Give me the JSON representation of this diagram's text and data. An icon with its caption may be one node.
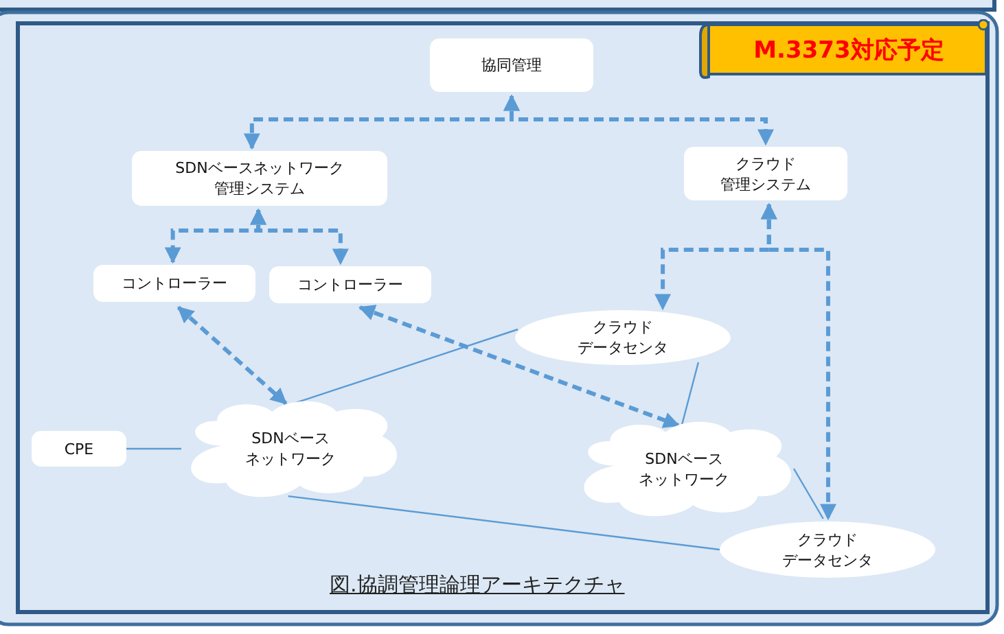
{
  "diagram": {
    "caption": "図.協調管理論理アーキテクチャ",
    "nodes": [
      {
        "text": [
          "M.3373対応予定"
        ]
      },
      {
        "text": [
          "協同管理"
        ]
      },
      {
        "text": [
          "SDNベースネットワーク管理システム"
        ]
      },
      {
        "text": [
          "クラウド管理システム"
        ]
      },
      {
        "text": [
          "コントローラー"
        ]
      },
      {
        "text": [
          "コントローラー"
        ]
      },
      {
        "text": [
          "クラウドデータセンタ"
        ]
      },
      {
        "text": [
          "CPE"
        ]
      },
      {
        "text": [
          "SDNベースネットワーク"
        ]
      },
      {
        "text": [
          "SDNベースネットワーク"
        ]
      },
      {
        "text": [
          "クラウドデータセンタ"
        ]
      }
    ],
    "edges": [
      {
        "from": 1,
        "to": 2,
        "arrow": "both",
        "style": "dashed"
      },
      {
        "from": 1,
        "to": 3,
        "arrow": "both",
        "style": "dashed"
      },
      {
        "from": 2,
        "to": 4,
        "arrow": "both",
        "style": "dashed"
      },
      {
        "from": 2,
        "to": 5,
        "arrow": "both",
        "style": "dashed"
      },
      {
        "from": 3,
        "to": 6,
        "arrow": "both",
        "style": "dashed"
      },
      {
        "from": 3,
        "to": 10,
        "arrow": "both",
        "style": "dashed"
      },
      {
        "from": 4,
        "to": 8,
        "arrow": "both",
        "style": "dashed"
      },
      {
        "from": 5,
        "to": 9,
        "arrow": "both",
        "style": "dashed"
      },
      {
        "from": 6,
        "to": 8,
        "arrow": "none"
      },
      {
        "from": 6,
        "to": 9,
        "arrow": "none"
      },
      {
        "from": 7,
        "to": 8,
        "arrow": "none"
      },
      {
        "from": 9,
        "to": 10,
        "arrow": "none"
      },
      {
        "from": 8,
        "to": 10,
        "arrow": "none"
      }
    ]
  }
}
